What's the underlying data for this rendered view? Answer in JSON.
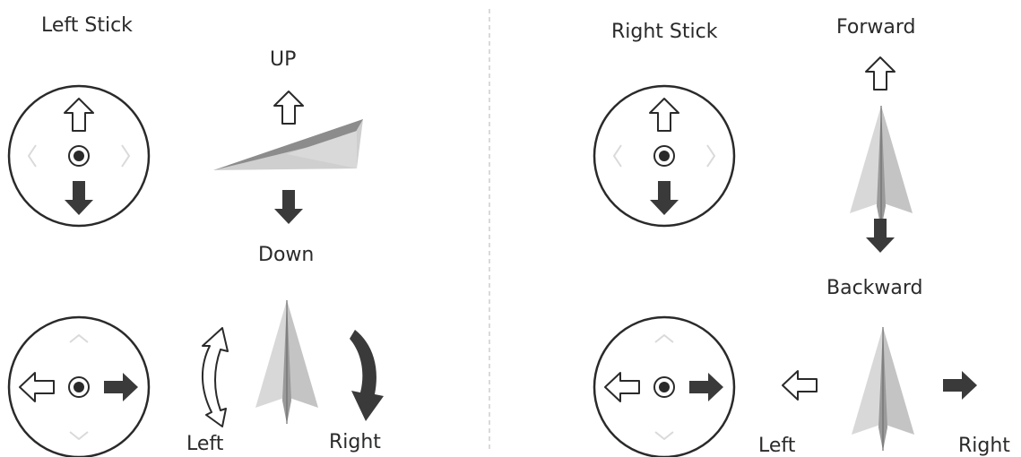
{
  "left_panel": {
    "title": "Left Stick",
    "up_label": "UP",
    "down_label": "Down",
    "yaw_left_label": "Left",
    "yaw_right_label": "Right"
  },
  "right_panel": {
    "title": "Right Stick",
    "forward_label": "Forward",
    "backward_label": "Backward",
    "roll_left_label": "Left",
    "roll_right_label": "Right"
  },
  "colors": {
    "ink": "#2a2a2a",
    "arrow_fill": "#3a3a3a",
    "plane_light": "#d6d6d6",
    "plane_mid": "#bdbdbd",
    "plane_dark": "#8a8a8a",
    "chevron": "#d9d9d9",
    "divider": "#b5b5b5"
  }
}
